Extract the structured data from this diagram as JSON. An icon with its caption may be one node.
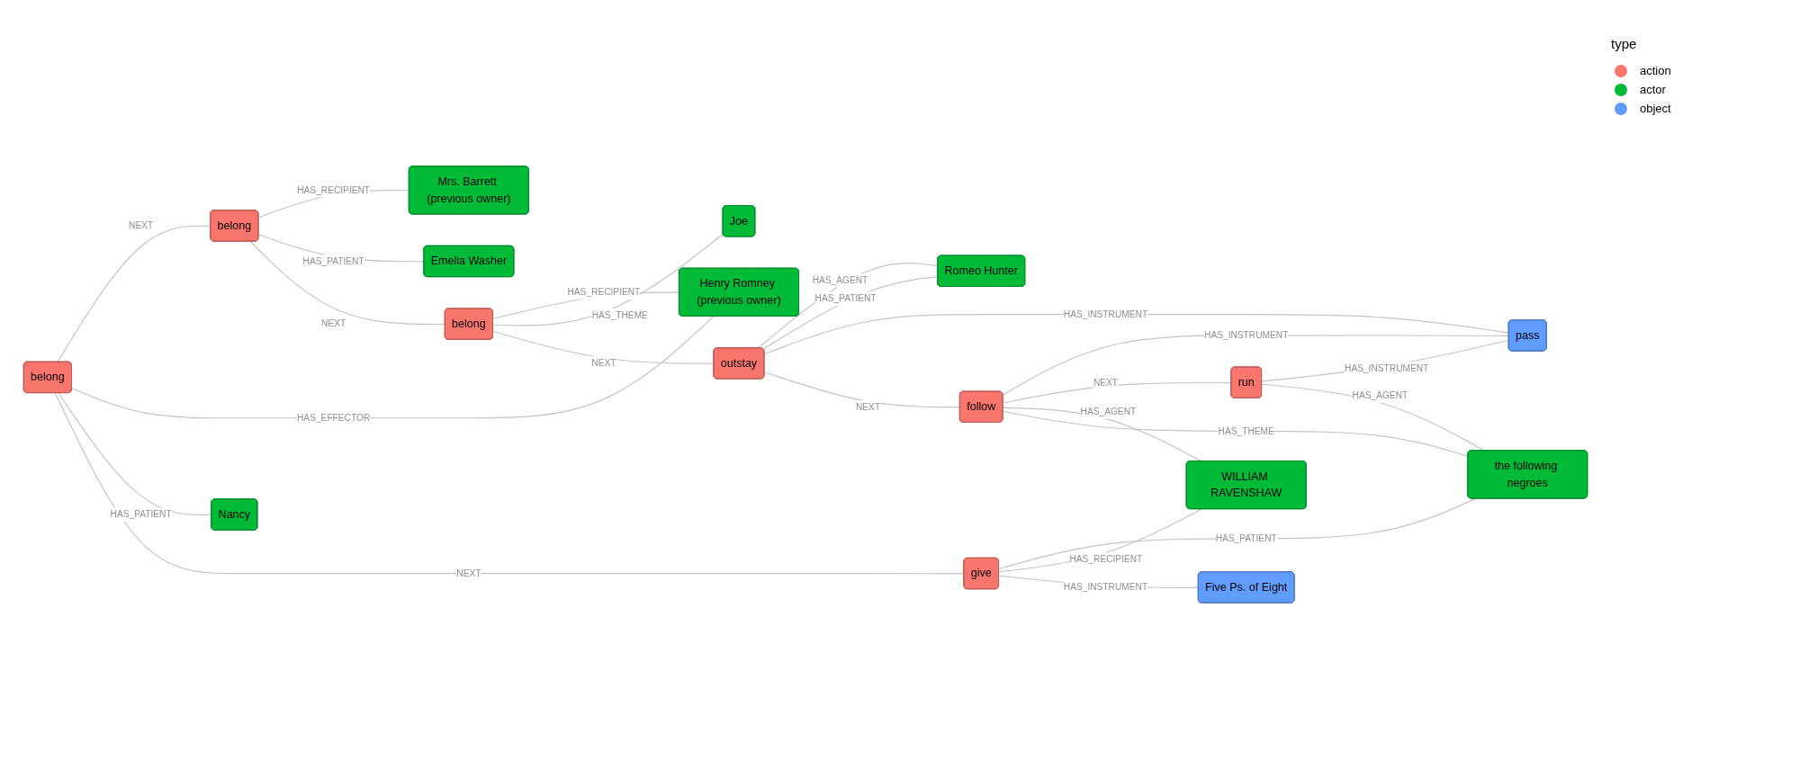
{
  "diagram": {
    "nodes": [
      {
        "text": [
          "Joe"
        ]
      },
      {
        "text": [
          "Mrs. Barrett (previous owner)"
        ]
      },
      {
        "text": [
          "Emelia Washer"
        ]
      },
      {
        "text": [
          "Romeo Hunter"
        ]
      },
      {
        "text": [
          "Henry Romney (previous owner)"
        ]
      },
      {
        "text": [
          "belong"
        ]
      },
      {
        "text": [
          "belong"
        ]
      },
      {
        "text": [
          "outstay"
        ]
      },
      {
        "text": [
          "belong"
        ]
      },
      {
        "text": [
          "pass"
        ]
      },
      {
        "text": [
          "follow"
        ]
      },
      {
        "text": [
          "Nancy"
        ]
      },
      {
        "text": [
          "run"
        ]
      },
      {
        "text": [
          "give"
        ]
      },
      {
        "text": [
          "the following negroes"
        ]
      },
      {
        "text": [
          "WILLIAM RAVENSHAW"
        ]
      },
      {
        "text": [
          "Five Ps. of Eight"
        ]
      }
    ],
    "edges": [
      {
        "from": 6,
        "to": 1,
        "arrow": "none",
        "label": "HAS_RECIPIENT"
      },
      {
        "from": 6,
        "to": 2,
        "arrow": "none",
        "label": "HAS_PATIENT"
      },
      {
        "from": 5,
        "to": 4,
        "arrow": "none",
        "label": "HAS_RECIPIENT"
      },
      {
        "from": 5,
        "to": 0,
        "arrow": "none",
        "label": "HAS_THEME"
      },
      {
        "from": 6,
        "to": 5,
        "arrow": "none",
        "label": "NEXT"
      },
      {
        "from": 8,
        "to": 6,
        "arrow": "none",
        "label": "NEXT"
      },
      {
        "from": 8,
        "to": 4,
        "arrow": "none",
        "label": "HAS_EFFECTOR"
      },
      {
        "from": 8,
        "to": 11,
        "arrow": "none",
        "label": "HAS_PATIENT"
      },
      {
        "from": 8,
        "to": 13,
        "arrow": "none",
        "label": "NEXT"
      },
      {
        "from": 5,
        "to": 7,
        "arrow": "none",
        "label": "NEXT"
      },
      {
        "from": 7,
        "to": 3,
        "arrow": "none",
        "label": "HAS_AGENT"
      },
      {
        "from": 7,
        "to": 3,
        "arrow": "none",
        "label": "HAS_PATIENT"
      },
      {
        "from": 7,
        "to": 9,
        "arrow": "none",
        "label": "HAS_INSTRUMENT"
      },
      {
        "from": 7,
        "to": 10,
        "arrow": "none",
        "label": "NEXT"
      },
      {
        "from": 10,
        "to": 9,
        "arrow": "none",
        "label": "HAS_INSTRUMENT"
      },
      {
        "from": 10,
        "to": 12,
        "arrow": "none",
        "label": "NEXT"
      },
      {
        "from": 12,
        "to": 9,
        "arrow": "none",
        "label": "HAS_INSTRUMENT"
      },
      {
        "from": 10,
        "to": 15,
        "arrow": "none",
        "label": "HAS_AGENT"
      },
      {
        "from": 10,
        "to": 14,
        "arrow": "none",
        "label": "HAS_THEME"
      },
      {
        "from": 12,
        "to": 14,
        "arrow": "none",
        "label": "HAS_AGENT"
      },
      {
        "from": 13,
        "to": 14,
        "arrow": "none",
        "label": "HAS_PATIENT"
      },
      {
        "from": 13,
        "to": 15,
        "arrow": "none",
        "label": "HAS_RECIPIENT"
      },
      {
        "from": 13,
        "to": 16,
        "arrow": "none",
        "label": "HAS_INSTRUMENT"
      }
    ],
    "labels": [
      "type"
    ],
    "legend": [
      {
        "text": "action",
        "color": "#f8766d"
      },
      {
        "text": "actor",
        "color": "#00ba38"
      },
      {
        "text": "object",
        "color": "#619cff"
      }
    ]
  }
}
